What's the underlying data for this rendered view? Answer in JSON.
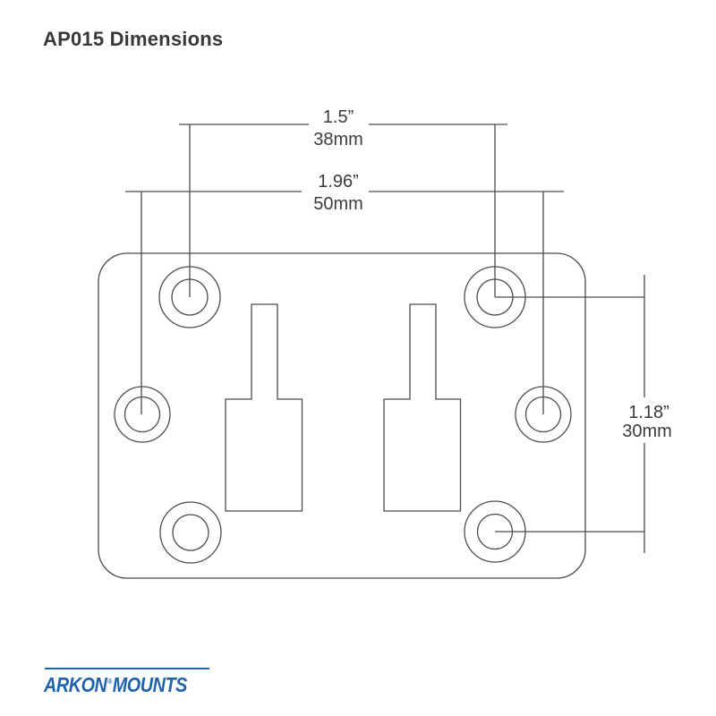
{
  "title": "AP015 Dimensions",
  "dims": {
    "top": {
      "inches": "1.5”",
      "mm": "38mm"
    },
    "outer": {
      "inches": "1.96”",
      "mm": "50mm"
    },
    "right": {
      "inches": "1.18”",
      "mm": "30mm"
    }
  },
  "footer": {
    "brand_primary": "ARKON",
    "registered_mark": "®",
    "brand_secondary": "MOUNTS"
  },
  "colors": {
    "line": "#4c4c4c",
    "label_text": "#3c3c3c",
    "brand_blue": "#1f63ad",
    "background": "#ffffff"
  }
}
